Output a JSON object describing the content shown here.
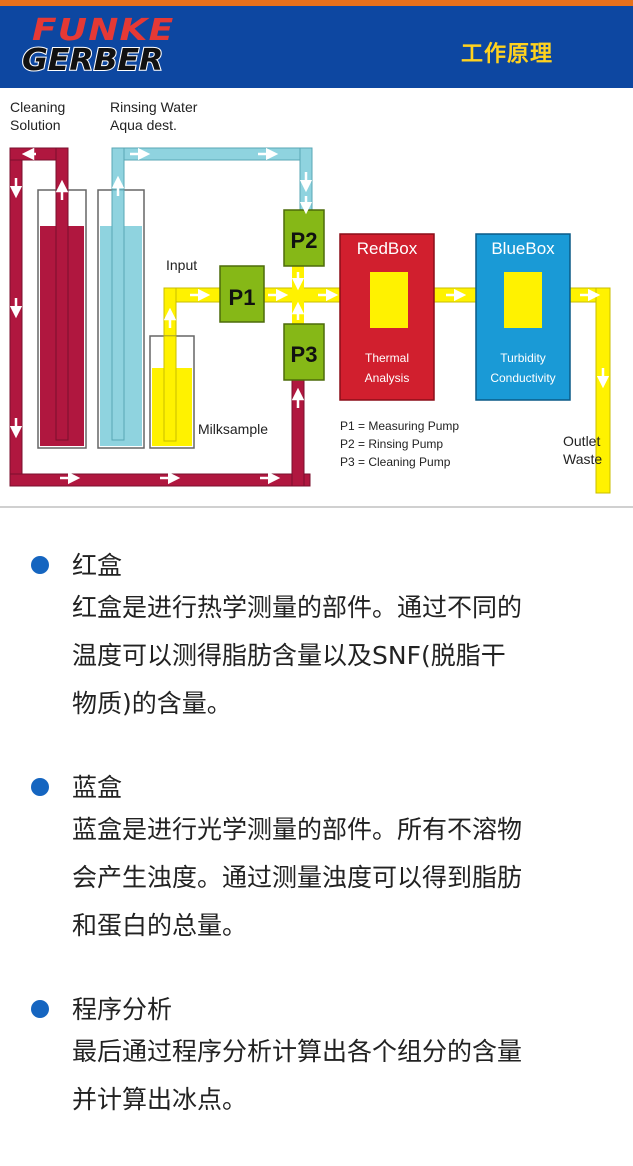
{
  "header": {
    "logo_line1": "FUNKE",
    "logo_line2": "GERBER",
    "title": "工作原理"
  },
  "diagram": {
    "cleaning_label_1": "Cleaning",
    "cleaning_label_2": "Solution",
    "rinsing_label_1": "Rinsing Water",
    "rinsing_label_2": "Aqua dest.",
    "input_label": "Input",
    "milksample_label": "Milksample",
    "p1": "P1",
    "p2": "P2",
    "p3": "P3",
    "redbox_title": "RedBox",
    "redbox_sub1": "Thermal",
    "redbox_sub2": "Analysis",
    "bluebox_title": "BlueBox",
    "bluebox_sub1": "Turbidity",
    "bluebox_sub2": "Conductivity",
    "outlet_1": "Outlet",
    "outlet_2": "Waste",
    "legend_p1": "P1 = Measuring Pump",
    "legend_p2": "P2 = Rinsing Pump",
    "legend_p3": "P3 = Cleaning Pump",
    "colors": {
      "crimson": "#b0173f",
      "light_blue": "#8fd3df",
      "yellow": "#fff200",
      "green": "#86b817",
      "redbox": "#d11f2e",
      "bluebox": "#1a9ad6"
    }
  },
  "sections": [
    {
      "title": "红盒",
      "lines": [
        "红盒是进行热学测量的部件。通过不同的",
        "温度可以测得脂肪含量以及SNF(脱脂干",
        "物质)的含量。"
      ]
    },
    {
      "title": "蓝盒",
      "lines": [
        "蓝盒是进行光学测量的部件。所有不溶物",
        "会产生浊度。通过测量浊度可以得到脂肪",
        "和蛋白的总量。"
      ]
    },
    {
      "title": "程序分析",
      "lines": [
        "最后通过程序分析计算出各个组分的含量",
        "并计算出冰点。"
      ]
    }
  ]
}
